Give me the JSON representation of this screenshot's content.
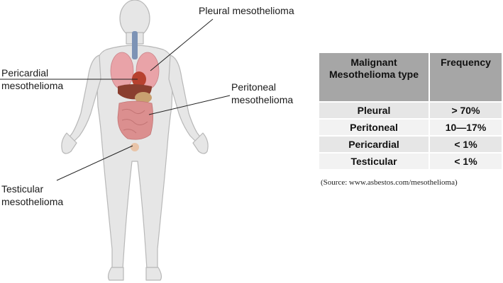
{
  "callouts": {
    "pleural": "Pleural mesothelioma",
    "pericardial": "Pericardial mesothelioma",
    "peritoneal": "Peritoneal mesothelioma",
    "testicular": "Testicular mesothelioma"
  },
  "table": {
    "headers": [
      "Malignant Mesothelioma type",
      "Frequency"
    ],
    "rows": [
      {
        "type": "Pleural",
        "frequency": "> 70%"
      },
      {
        "type": "Peritoneal",
        "frequency": "10—17%"
      },
      {
        "type": "Pericardial",
        "frequency": "< 1%"
      },
      {
        "type": "Testicular",
        "frequency": "< 1%"
      }
    ]
  },
  "source": "(Source: www.asbestos.com/mesothelioma)",
  "colors": {
    "body_fill": "#e6e6e6",
    "body_outline": "#b8b8b8",
    "lung": "#e9a3a8",
    "heart": "#b7412f",
    "liver": "#8a3e2f",
    "stomach": "#c8a070",
    "intestine": "#db8f8f",
    "trachea": "#7d93b5",
    "header_fill": "#a6a6a6"
  }
}
